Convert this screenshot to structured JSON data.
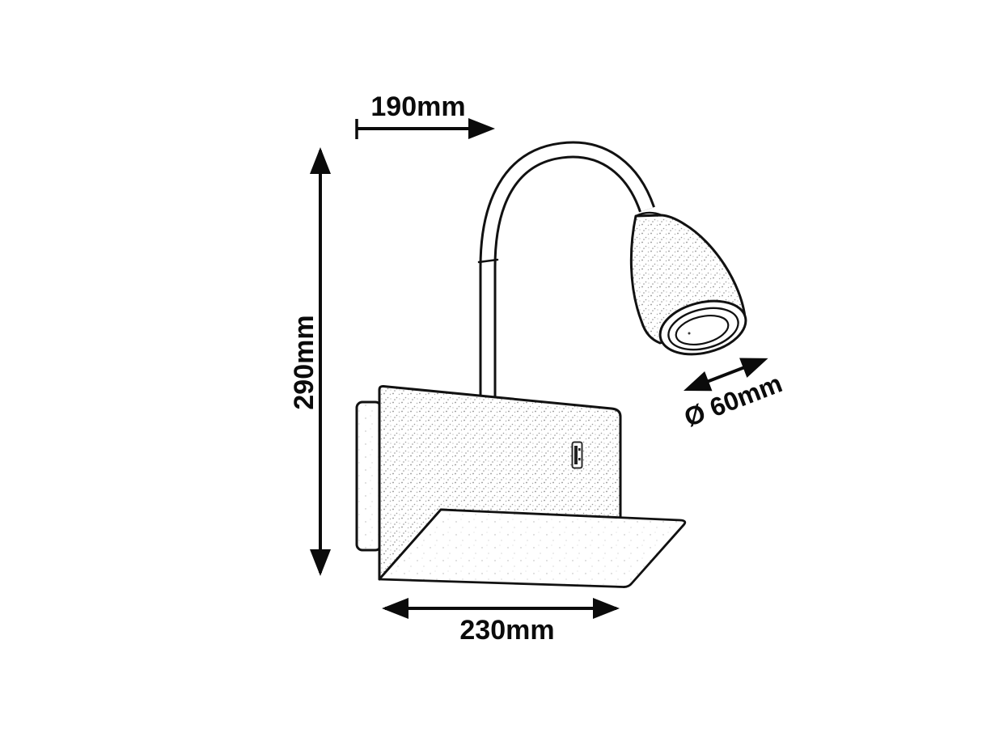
{
  "drawing": {
    "subject": "wall-mounted-gooseneck-lamp-with-shelf-and-usb-port",
    "colors": {
      "line": "#111111",
      "background": "#ffffff",
      "label_text": "#0b0b0b"
    },
    "labels": {
      "width_top": "190mm",
      "height_left": "290mm",
      "width_bottom": "230mm",
      "diameter_head": "Ø 60mm"
    }
  }
}
